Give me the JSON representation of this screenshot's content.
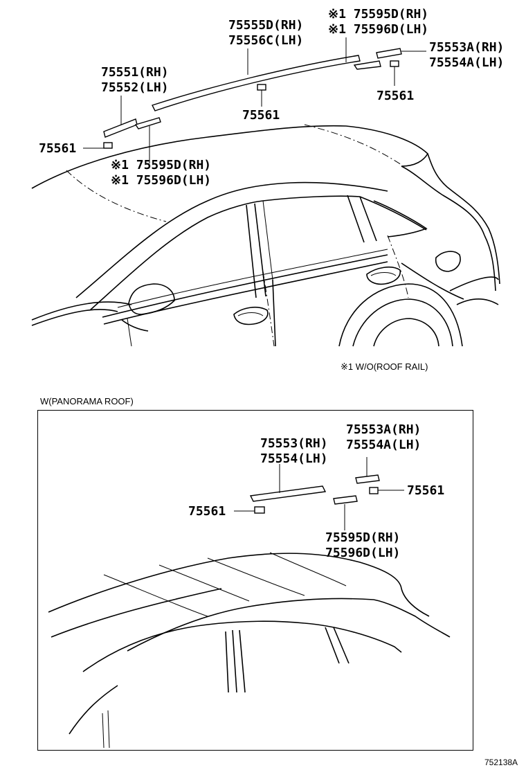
{
  "top": {
    "labels": {
      "roof_molding_top_rh": "75555D(RH)",
      "roof_molding_top_lh": "75556C(LH)",
      "rear_piece_top_rh": "※1 75595D(RH)",
      "rear_piece_top_lh": "※1 75596D(LH)",
      "end_cover_top_rh": "75553A(RH)",
      "end_cover_top_lh": "75554A(LH)",
      "clip_top_right": "75561",
      "front_cover_rh": "75551(RH)",
      "front_cover_lh": "75552(LH)",
      "clip_top_center": "75561",
      "clip_top_left": "75561",
      "front_piece_rh": "※1 75595D(RH)",
      "front_piece_lh": "※1 75596D(LH)"
    },
    "footnote": "※1 W/O(ROOF RAIL)"
  },
  "panorama": {
    "caption": "W(PANORAMA ROOF)",
    "labels": {
      "end_cover_rh": "75553A(RH)",
      "end_cover_lh": "75554A(LH)",
      "molding_rh": "75553(RH)",
      "molding_lh": "75554(LH)",
      "clip_right": "75561",
      "clip_left": "75561",
      "piece_rh": "75595D(RH)",
      "piece_lh": "75596D(LH)"
    }
  },
  "illustration_code": "752138A"
}
